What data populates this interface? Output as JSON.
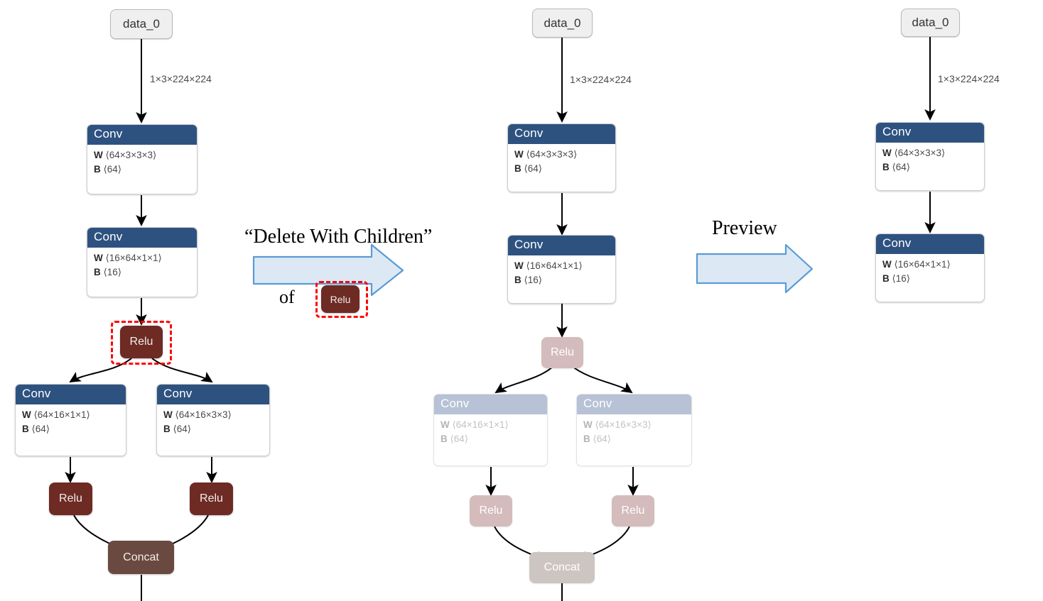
{
  "graph_left": {
    "title": "original-graph",
    "nodes": [
      {
        "id": "data0",
        "type": "io",
        "label": "data_0"
      },
      {
        "id": "conv1",
        "type": "op",
        "label": "Conv",
        "w_key": "W",
        "w_val": "⟨64×3×3×3⟩",
        "b_key": "B",
        "b_val": "⟨64⟩"
      },
      {
        "id": "conv2",
        "type": "op",
        "label": "Conv",
        "w_key": "W",
        "w_val": "⟨16×64×1×1⟩",
        "b_key": "B",
        "b_val": "⟨16⟩"
      },
      {
        "id": "relu1",
        "type": "pill",
        "label": "Relu",
        "selected": true
      },
      {
        "id": "conv3",
        "type": "op",
        "label": "Conv",
        "w_key": "W",
        "w_val": "⟨64×16×1×1⟩",
        "b_key": "B",
        "b_val": "⟨64⟩"
      },
      {
        "id": "conv4",
        "type": "op",
        "label": "Conv",
        "w_key": "W",
        "w_val": "⟨64×16×3×3⟩",
        "b_key": "B",
        "b_val": "⟨64⟩"
      },
      {
        "id": "relu2",
        "type": "pill",
        "label": "Relu"
      },
      {
        "id": "relu3",
        "type": "pill",
        "label": "Relu"
      },
      {
        "id": "concat",
        "type": "pill",
        "label": "Concat"
      }
    ],
    "edge_label_input": "1×3×224×224"
  },
  "graph_middle": {
    "title": "preview-graph",
    "nodes": [
      {
        "id": "data0",
        "type": "io",
        "label": "data_0"
      },
      {
        "id": "conv1",
        "type": "op",
        "label": "Conv",
        "w_key": "W",
        "w_val": "⟨64×3×3×3⟩",
        "b_key": "B",
        "b_val": "⟨64⟩"
      },
      {
        "id": "conv2",
        "type": "op",
        "label": "Conv",
        "w_key": "W",
        "w_val": "⟨16×64×1×1⟩",
        "b_key": "B",
        "b_val": "⟨16⟩"
      },
      {
        "id": "relu1",
        "type": "pill",
        "label": "Relu",
        "faded": true
      },
      {
        "id": "conv3",
        "type": "op",
        "label": "Conv",
        "w_key": "W",
        "w_val": "⟨64×16×1×1⟩",
        "b_key": "B",
        "b_val": "⟨64⟩",
        "faded": true
      },
      {
        "id": "conv4",
        "type": "op",
        "label": "Conv",
        "w_key": "W",
        "w_val": "⟨64×16×3×3⟩",
        "b_key": "B",
        "b_val": "⟨64⟩",
        "faded": true
      },
      {
        "id": "relu2",
        "type": "pill",
        "label": "Relu",
        "faded": true
      },
      {
        "id": "relu3",
        "type": "pill",
        "label": "Relu",
        "faded": true
      },
      {
        "id": "concat",
        "type": "pill",
        "label": "Concat",
        "faded": true
      }
    ],
    "edge_label_input": "1×3×224×224"
  },
  "graph_right": {
    "title": "result-graph",
    "nodes": [
      {
        "id": "data0",
        "type": "io",
        "label": "data_0"
      },
      {
        "id": "conv1",
        "type": "op",
        "label": "Conv",
        "w_key": "W",
        "w_val": "⟨64×3×3×3⟩",
        "b_key": "B",
        "b_val": "⟨64⟩"
      },
      {
        "id": "conv2",
        "type": "op",
        "label": "Conv",
        "w_key": "W",
        "w_val": "⟨16×64×1×1⟩",
        "b_key": "B",
        "b_val": "⟨16⟩"
      }
    ],
    "edge_label_input": "1×3×224×224"
  },
  "annotation_1": {
    "command_text": "“Delete With Children”",
    "of_text": "of",
    "target_label": "Relu"
  },
  "annotation_2": {
    "label": "Preview"
  },
  "colors": {
    "conv_header": "#2e5280",
    "conv_header_faded": "#b7c2d6",
    "relu": "#6d2b24",
    "relu_faded": "#d3bcbb",
    "concat": "#6a4a40",
    "concat_faded": "#cdc5c1",
    "io_node": "#efefef",
    "selection": "#ff0000",
    "arrow_fill": "#dce9f5",
    "arrow_stroke": "#5b9bd5",
    "edge": "#000000"
  }
}
